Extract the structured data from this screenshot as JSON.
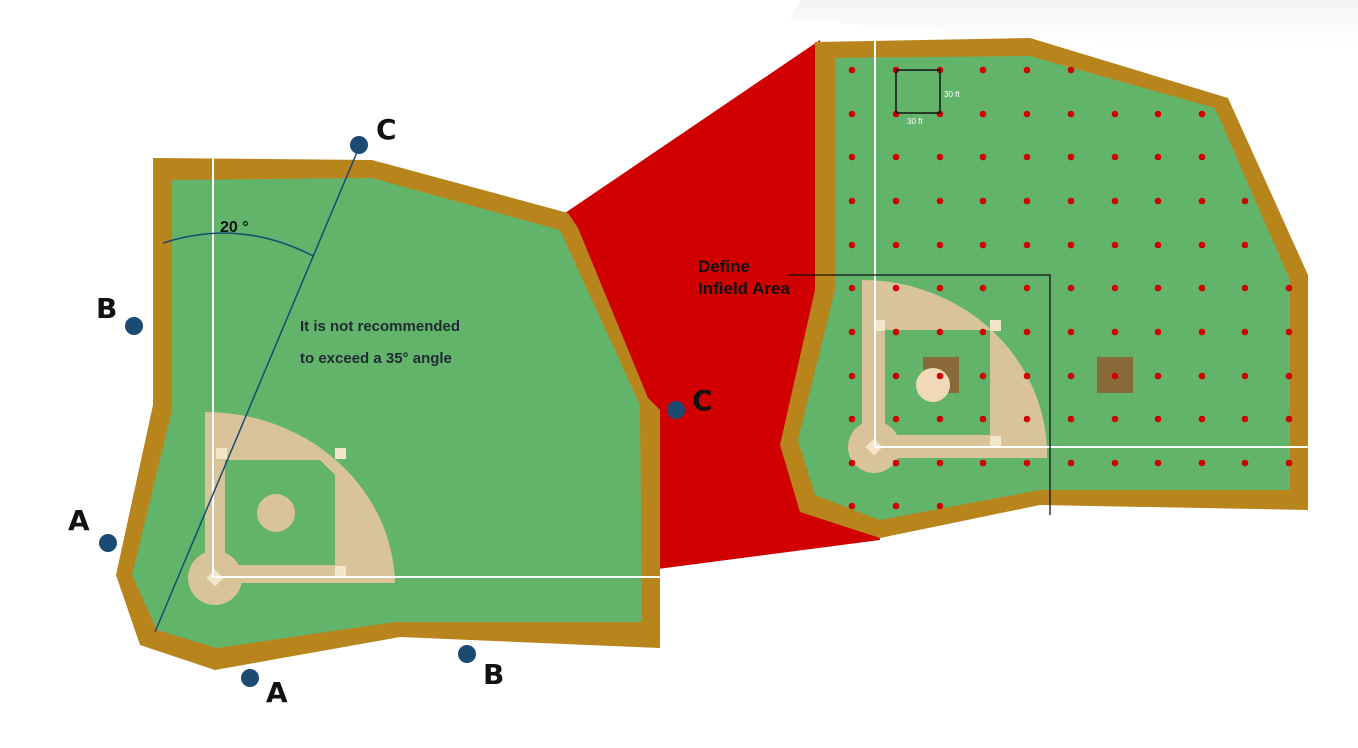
{
  "colors": {
    "grass": "#63b46b",
    "track": "#b8841c",
    "infield_dirt": "#d9c39a",
    "cone": "#d10000",
    "marker": "#1b4a72",
    "grid_dot": "#d10000",
    "mound_square": "#8b6a3a",
    "line": "#ffffff",
    "aim_line": "#1b4a72"
  },
  "left_field": {
    "angle_label": "20 °",
    "note_line1": "It is not recommended",
    "note_line2": "to exceed a 35° angle",
    "markers": [
      {
        "label": "A"
      },
      {
        "label": "A"
      },
      {
        "label": "B"
      },
      {
        "label": "B"
      },
      {
        "label": "C"
      },
      {
        "label": "C"
      }
    ]
  },
  "right_field": {
    "infield_label_line1": "Define",
    "infield_label_line2": "Infield Area",
    "grid_spacing_label_h": "30 ft",
    "grid_spacing_label_v": "30 ft"
  }
}
